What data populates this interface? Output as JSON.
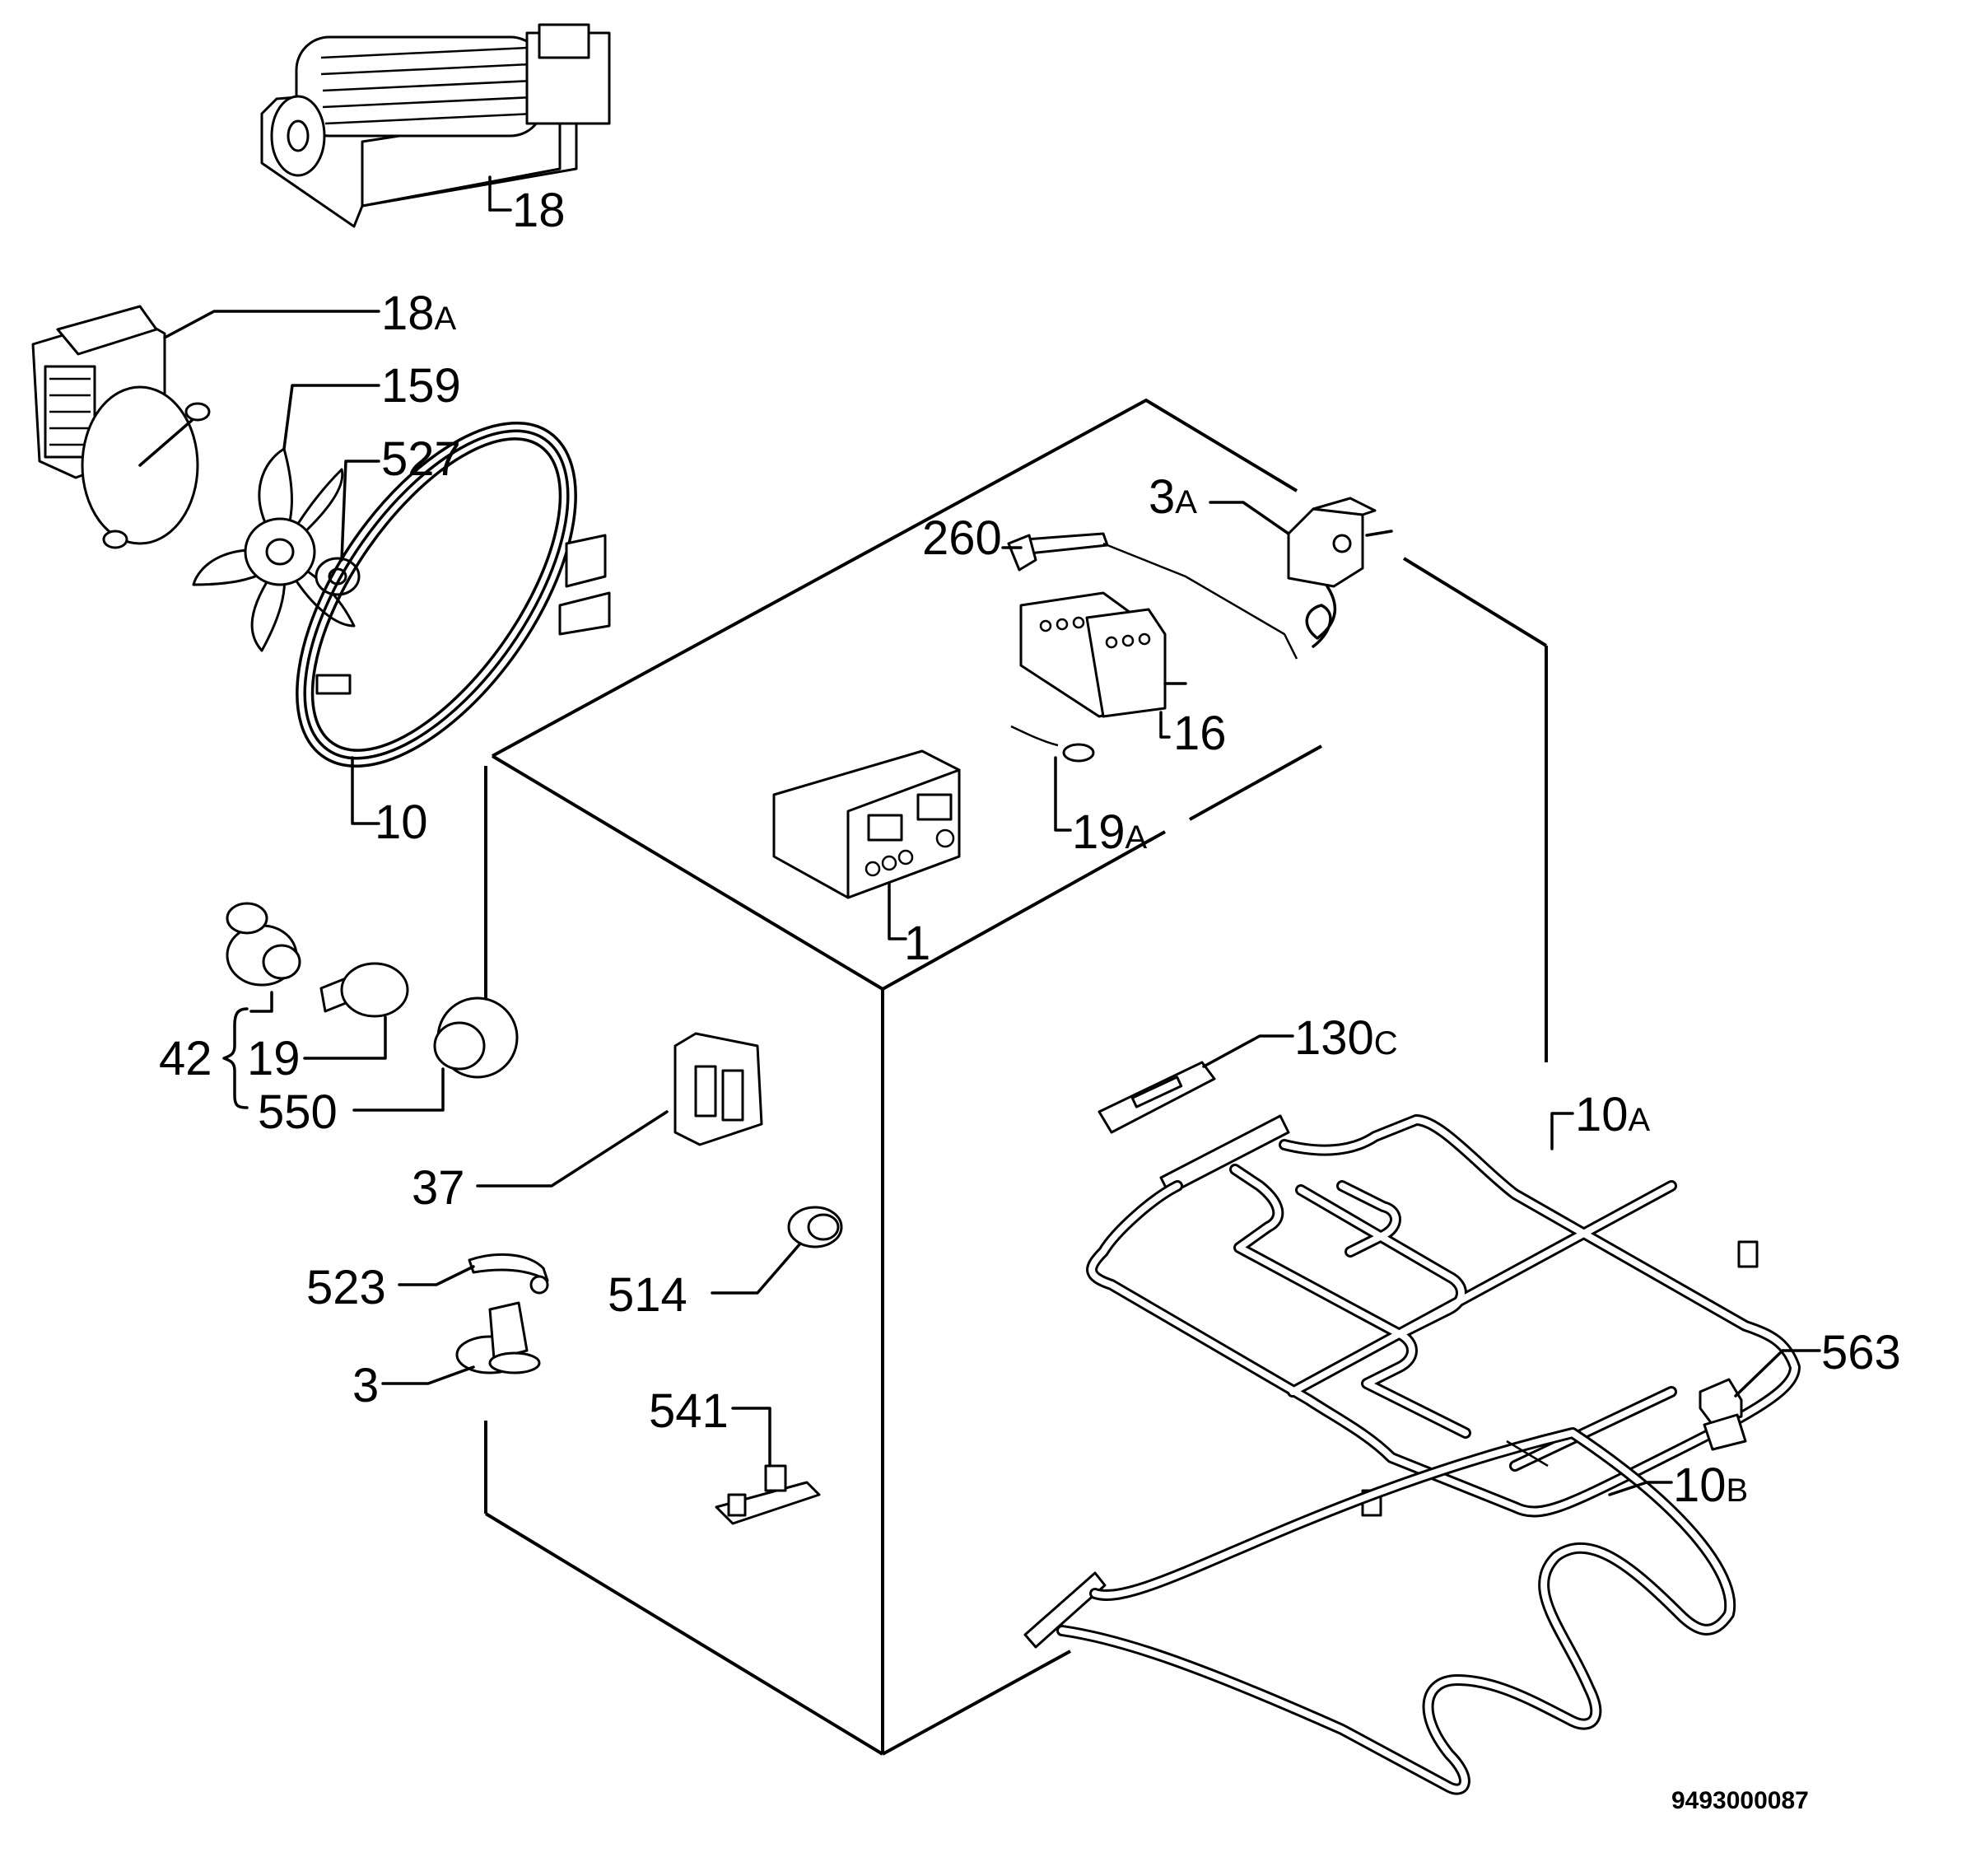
{
  "diagram": {
    "drawing_number": "9493000087",
    "callouts": [
      {
        "id": "18",
        "num": "18",
        "suffix": ""
      },
      {
        "id": "18a",
        "num": "18",
        "suffix": "A"
      },
      {
        "id": "159",
        "num": "159",
        "suffix": ""
      },
      {
        "id": "527",
        "num": "527",
        "suffix": ""
      },
      {
        "id": "10",
        "num": "10",
        "suffix": ""
      },
      {
        "id": "3a",
        "num": "3",
        "suffix": "A"
      },
      {
        "id": "260",
        "num": "260",
        "suffix": ""
      },
      {
        "id": "16",
        "num": "16",
        "suffix": ""
      },
      {
        "id": "19a",
        "num": "19",
        "suffix": "A"
      },
      {
        "id": "1",
        "num": "1",
        "suffix": ""
      },
      {
        "id": "42",
        "num": "42",
        "suffix": ""
      },
      {
        "id": "19",
        "num": "19",
        "suffix": ""
      },
      {
        "id": "550",
        "num": "550",
        "suffix": ""
      },
      {
        "id": "37",
        "num": "37",
        "suffix": ""
      },
      {
        "id": "523",
        "num": "523",
        "suffix": ""
      },
      {
        "id": "514",
        "num": "514",
        "suffix": ""
      },
      {
        "id": "3",
        "num": "3",
        "suffix": ""
      },
      {
        "id": "541",
        "num": "541",
        "suffix": ""
      },
      {
        "id": "130c",
        "num": "130",
        "suffix": "C"
      },
      {
        "id": "10a",
        "num": "10",
        "suffix": "A"
      },
      {
        "id": "563",
        "num": "563",
        "suffix": ""
      },
      {
        "id": "10b",
        "num": "10",
        "suffix": "B"
      }
    ]
  }
}
